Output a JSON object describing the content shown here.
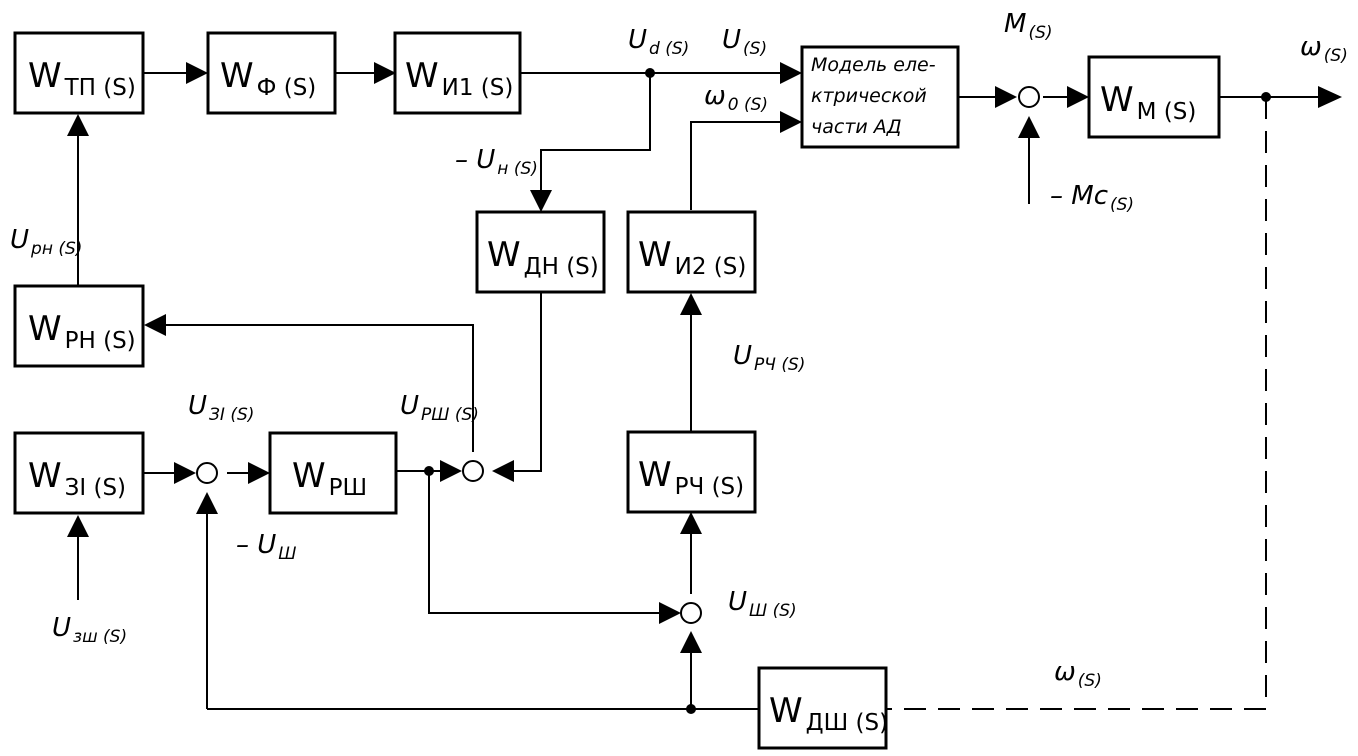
{
  "blocks": {
    "w_tp": {
      "w": "W",
      "sub": "ТП (S)"
    },
    "w_f": {
      "w": "W",
      "sub": "Ф (S)"
    },
    "w_i1": {
      "w": "W",
      "sub": "И1 (S)"
    },
    "w_dn": {
      "w": "W",
      "sub": "ДН (S)"
    },
    "w_i2": {
      "w": "W",
      "sub": "И2 (S)"
    },
    "w_rn": {
      "w": "W",
      "sub": "РН (S)"
    },
    "w_zi": {
      "w": "W",
      "sub": "ЗІ (S)"
    },
    "w_rsh": {
      "w": "W",
      "sub": "РШ"
    },
    "w_rch": {
      "w": "W",
      "sub": "РЧ (S)"
    },
    "w_m": {
      "w": "W",
      "sub": "М (S)"
    },
    "w_dsh": {
      "w": "W",
      "sub": "ДШ (S)"
    },
    "model": {
      "line1": "Модель еле-",
      "line2": "ктрической",
      "line3": "части АД"
    }
  },
  "signals": {
    "ud": {
      "main": "U",
      "sub": "d (S)"
    },
    "us": {
      "main": "U",
      "sub": "(S)"
    },
    "ms": {
      "main": "M",
      "sub": "(S)"
    },
    "omega_out": {
      "main": "ω",
      "sub": "(S)"
    },
    "omega0": {
      "main": "ω",
      "sub": "0 (S)"
    },
    "un": {
      "main": "– U",
      "sub": "н (S)"
    },
    "mc": {
      "main": "– Mc",
      "sub": "(S)"
    },
    "urn": {
      "main": "U",
      "sub": "рн (S)"
    },
    "urch": {
      "main": "U",
      "sub": "РЧ (S)"
    },
    "uzi": {
      "main": "U",
      "sub": "ЗІ (S)"
    },
    "ursh": {
      "main": "U",
      "sub": "РШ (S)"
    },
    "ush_neg": {
      "main": "– U",
      "sub": "Ш"
    },
    "ush": {
      "main": "U",
      "sub": "Ш (S)"
    },
    "uzsh": {
      "main": "U",
      "sub": "зш (S)"
    },
    "omega_fb": {
      "main": "ω",
      "sub": "(S)"
    }
  }
}
